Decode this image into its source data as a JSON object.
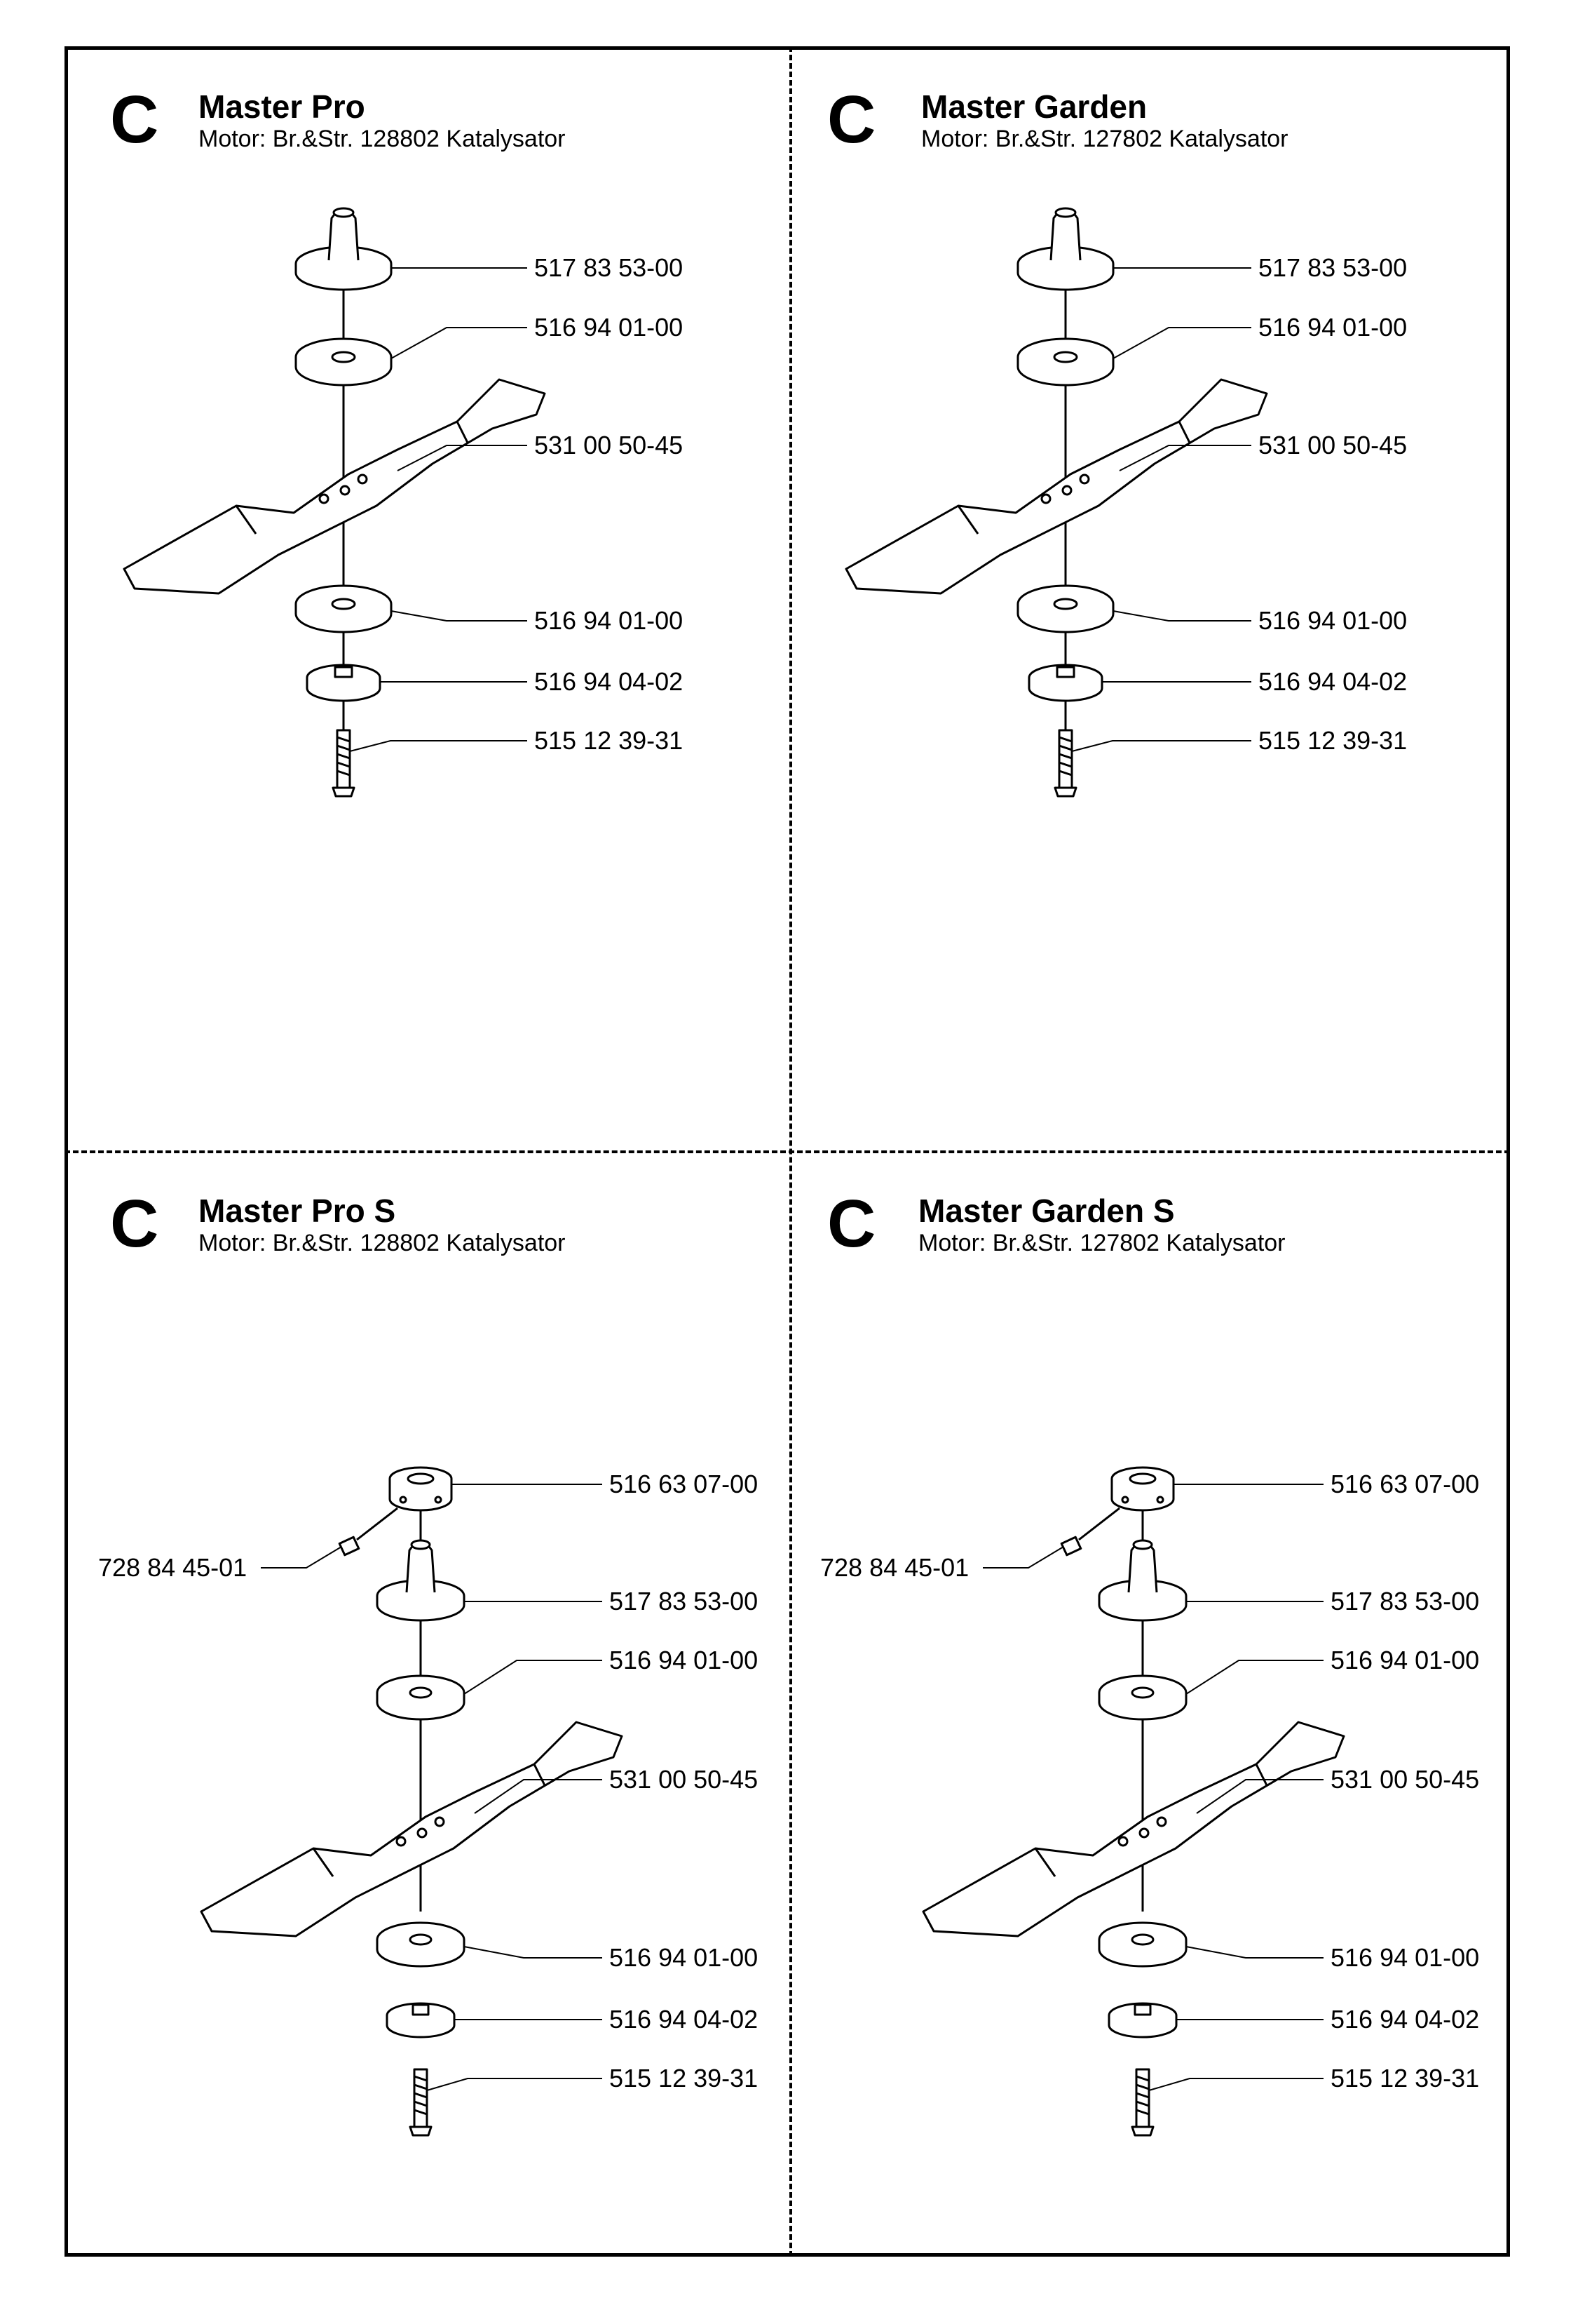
{
  "panels": [
    {
      "letter": "C",
      "title": "Master Pro",
      "subtitle": "Motor: Br.&Str. 128802 Katalysator",
      "parts": [
        "517 83 53-00",
        "516 94 01-00",
        "531 00 50-45",
        "516 94 01-00",
        "516 94 04-02",
        "515 12 39-31"
      ]
    },
    {
      "letter": "C",
      "title": "Master Garden",
      "subtitle": "Motor: Br.&Str. 127802 Katalysator",
      "parts": [
        "517 83 53-00",
        "516 94 01-00",
        "531 00 50-45",
        "516 94 01-00",
        "516 94 04-02",
        "515 12 39-31"
      ]
    },
    {
      "letter": "C",
      "title": "Master Pro S",
      "subtitle": "Motor: Br.&Str. 128802 Katalysator",
      "collar": "516 63 07-00",
      "setscrew": "728 84 45-01",
      "parts": [
        "517 83 53-00",
        "516 94 01-00",
        "531 00 50-45",
        "516 94 01-00",
        "516 94 04-02",
        "515 12 39-31"
      ]
    },
    {
      "letter": "C",
      "title": "Master Garden S",
      "subtitle": "Motor: Br.&Str. 127802 Katalysator",
      "collar": "516 63 07-00",
      "setscrew": "728 84 45-01",
      "parts": [
        "517 83 53-00",
        "516 94 01-00",
        "531 00 50-45",
        "516 94 01-00",
        "516 94 04-02",
        "515 12 39-31"
      ]
    }
  ]
}
